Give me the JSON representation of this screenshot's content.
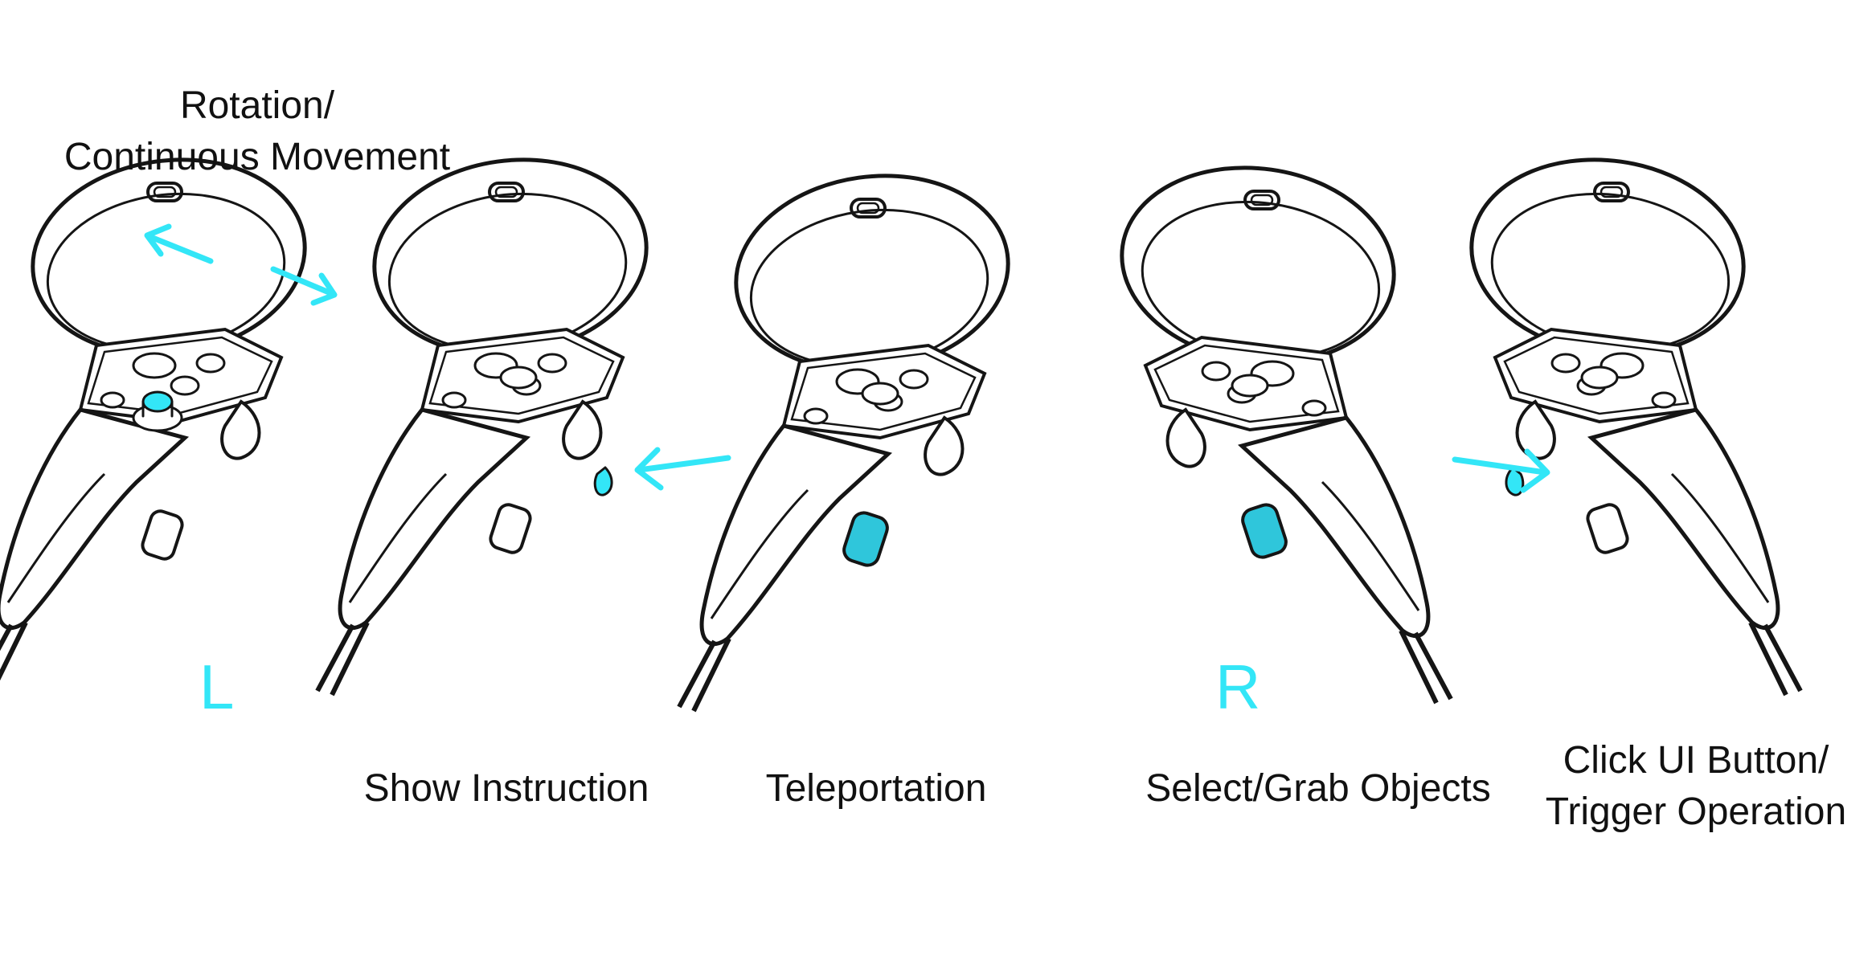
{
  "colors": {
    "accent": "#33e6f7",
    "button_fill": "#2fc6db",
    "line": "#151515"
  },
  "labels": {
    "rotation_line1": "Rotation/",
    "rotation_line2": "Continuous Movement",
    "show_instruction": "Show Instruction",
    "teleportation": "Teleportation",
    "select_grab": "Select/Grab Objects",
    "click_ui_line1": "Click UI Button/",
    "click_ui_line2": "Trigger Operation"
  },
  "hands": {
    "left": "L",
    "right": "R"
  }
}
